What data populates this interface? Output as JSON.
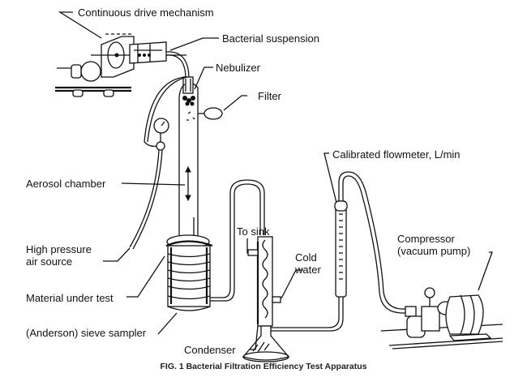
{
  "figure": {
    "caption": "FIG. 1 Bacterial Filtration Efficiency Test Apparatus",
    "labels": {
      "drive": "Continuous drive mechanism",
      "suspension": "Bacterial suspension",
      "nebulizer": "Nebulizer",
      "filter": "Filter",
      "aerosol": "Aerosol chamber",
      "air_line1": "High pressure",
      "air_line2": "air source",
      "material": "Material under test",
      "sampler": "(Anderson) sieve sampler",
      "condenser": "Condenser",
      "sink": "To sink",
      "cold_line1": "Cold",
      "cold_line2": "water",
      "flowmeter": "Calibrated flowmeter, L/min",
      "compressor_line1": "Compressor",
      "compressor_line2": "(vacuum pump)"
    },
    "components": [
      "continuous-drive-mechanism",
      "bacterial-suspension-syringe",
      "nebulizer",
      "filter-bulb",
      "pressure-gauge",
      "aerosol-chamber",
      "high-pressure-air-hose",
      "anderson-sieve-sampler",
      "condenser",
      "collection-flask",
      "calibrated-flowmeter",
      "vacuum-pump"
    ]
  }
}
